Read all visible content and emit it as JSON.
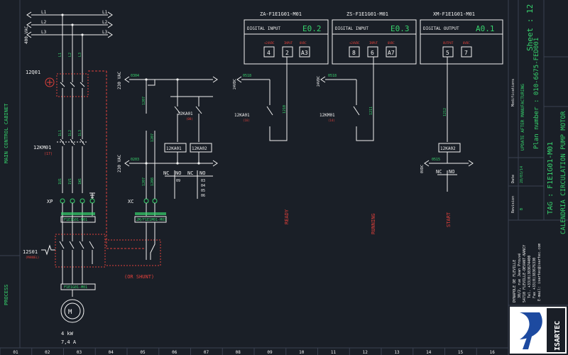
{
  "colors": {
    "background": "#1a1f27",
    "wire": "#f2f2f2",
    "label": "#37d36d",
    "device": "#e8e33a",
    "annotation": "#e0403b",
    "grid": "#3a4150"
  },
  "phases": [
    "L1",
    "L2",
    "L3"
  ],
  "supply_voltage": "400 VAC",
  "left_margin": {
    "main_cabinet": "MAIN CONTROL CABINET",
    "process": "PROCESS"
  },
  "breaker": {
    "tag": "12Q01",
    "l1": "L1",
    "l2": "L2",
    "l3": "L3"
  },
  "contactor_main": {
    "tag": "12KM01",
    "ref": "(17)",
    "terms": [
      "1L1",
      "1L2",
      "1L3"
    ]
  },
  "control_voltage": {
    "high": "230 VAC",
    "low": "230 VAC",
    "w1": "0304",
    "w2": "0203",
    "w1b": "0304",
    "w2b": "0203"
  },
  "relay": {
    "tag": "12KA01",
    "ref": "(08)",
    "coil_label": "12KA01",
    "coil2_label": "12KA02",
    "nc": "NC",
    "no": "NO",
    "refs_left": [
      "09"
    ],
    "refs_right": [
      "03",
      "04",
      "05",
      "06"
    ]
  },
  "terminals": {
    "xp": "XP",
    "xc": "XC",
    "xp_tag": "F1E1G01-M01",
    "xc_tag": "2M/F1E1M01-M01"
  },
  "switch_local": {
    "tag": "12S01",
    "sub": "(MANUEL)",
    "box_tag": "F1E1G01-M01"
  },
  "shunt": "(OR SHUNT)",
  "motor": {
    "power": "4 kW",
    "current": "7,4 A"
  },
  "io_modules": [
    {
      "title": "ZA-F1E1G01-M01",
      "type": "DIGITAL INPUT",
      "addr": "E0.2",
      "pins": [
        "+24VDC",
        "INPUT",
        "0VDC"
      ],
      "boxes": [
        "4",
        "2",
        "A3"
      ]
    },
    {
      "title": "ZS-F1E1G01-M01",
      "type": "DIGITAL INPUT",
      "addr": "E0.3",
      "pins": [
        "+24VDC",
        "INPUT",
        "0VDC"
      ],
      "boxes": [
        "8",
        "6",
        "A7"
      ]
    },
    {
      "title": "XM-F1E1G01-M01",
      "type": "DIGITAL OUTPUT",
      "addr": "A0.1",
      "pins": [
        "OUTPUT",
        "0VDC"
      ],
      "boxes": [
        "5",
        "7"
      ]
    }
  ],
  "io_circuits": {
    "dc_label": "24VDC",
    "dc2_label": "24VDC",
    "dc3_label": "0VDC",
    "w1": "0518",
    "w2": "0518",
    "w3": "0515",
    "c1": "12KA01",
    "c1ref": "(16)",
    "c2": "12KM01",
    "c2ref": "(14)",
    "wn1": "1210",
    "wn2": "1211",
    "wn3": "1212",
    "coil": "12KA02"
  },
  "signals": [
    "READY",
    "RUNNING",
    "START"
  ],
  "title_block": {
    "revision_hdr": "Revision",
    "date_hdr": "Date",
    "mod_hdr": "Modifications",
    "revision": "B",
    "date": "28/03/14",
    "modification": "UPDATE AFTER MANUFACTURING",
    "plan": "Plan number : 010-6675-FED001",
    "sheet": "Sheet : 12",
    "tag": "TAG : F1E1G01-M01",
    "title": "CALENDRIA CIRCULATION PUMP MOTOR",
    "company": [
      "DYNAPOLE DE FLEVILLE",
      "30/2, rue Jean Prouvé",
      "54710 FLEVILLE-DEVANT-NANCY",
      "Tel. +33(0)383674400",
      "Fax +33(0)383676330",
      "E-mail: isartec@isartec.com"
    ],
    "logo": "ISARTEC"
  },
  "columns": [
    "01",
    "02",
    "03",
    "04",
    "05",
    "06",
    "07",
    "08",
    "09",
    "10",
    "11",
    "12",
    "13",
    "14",
    "15",
    "16"
  ]
}
